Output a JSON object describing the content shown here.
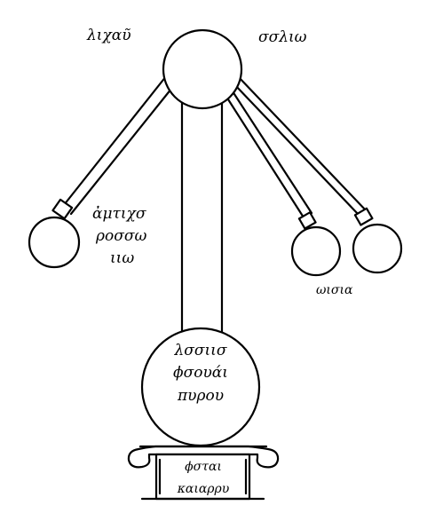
{
  "diagram": {
    "labels": {
      "top_left": "λιχαῦ",
      "top_right": "σσλιω",
      "left_ball_line1": "ἀμτιχσ",
      "left_ball_line2": "ροσσω",
      "left_ball_line3": "ιιω",
      "right_balls": "ωισια",
      "big_ball_line1": "λσσιισ",
      "big_ball_line2": "ϕσουάι",
      "big_ball_line3": "πυρου",
      "base_line1": "ϕσται",
      "base_line2": "καιαρρυ"
    }
  }
}
